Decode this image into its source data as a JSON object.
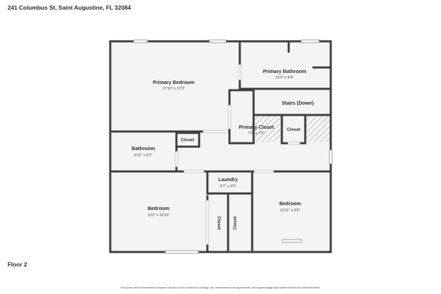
{
  "header": {
    "address": "241 Columbus St, Saint Augustine, FL 32084"
  },
  "floor": {
    "label": "Floor 2"
  },
  "footer": {
    "disclaimer": "Floor plans are for informational purposes only and not for construction or design use. Measurements are approximate, and square footage may include finished and unfinished areas."
  },
  "rooms": {
    "primary_bedroom": {
      "name": "Primary Bedroom",
      "dims": "17'10\" x 12'3\""
    },
    "primary_bathroom": {
      "name": "Primary Bathroom",
      "dims": "12'3\" x 6'4\""
    },
    "stairs": {
      "name": "Stairs (Down)"
    },
    "primary_closet": {
      "name": "Primary Closet",
      "dims": "7'0\" x 7'2\""
    },
    "closet_right": {
      "name": "Closet"
    },
    "closet_bath": {
      "name": "Closet"
    },
    "bathroom": {
      "name": "Bathroom",
      "dims": "8'11\" x 5'2\""
    },
    "laundry": {
      "name": "Laundry",
      "dims": "5'7\" x 2'9\""
    },
    "bedroom_left": {
      "name": "Bedroom",
      "dims": "13'2\" x 10'10\""
    },
    "bedroom_right": {
      "name": "Bedroom",
      "dims": "10'11\" x 9'6\""
    },
    "closet_v1": {
      "name": "Closet"
    },
    "closet_v2": {
      "name": "Closet"
    }
  },
  "colors": {
    "wall": "#3d3d3d",
    "floor_fill": "#f4f4f4",
    "window": "#9a9a9a"
  }
}
